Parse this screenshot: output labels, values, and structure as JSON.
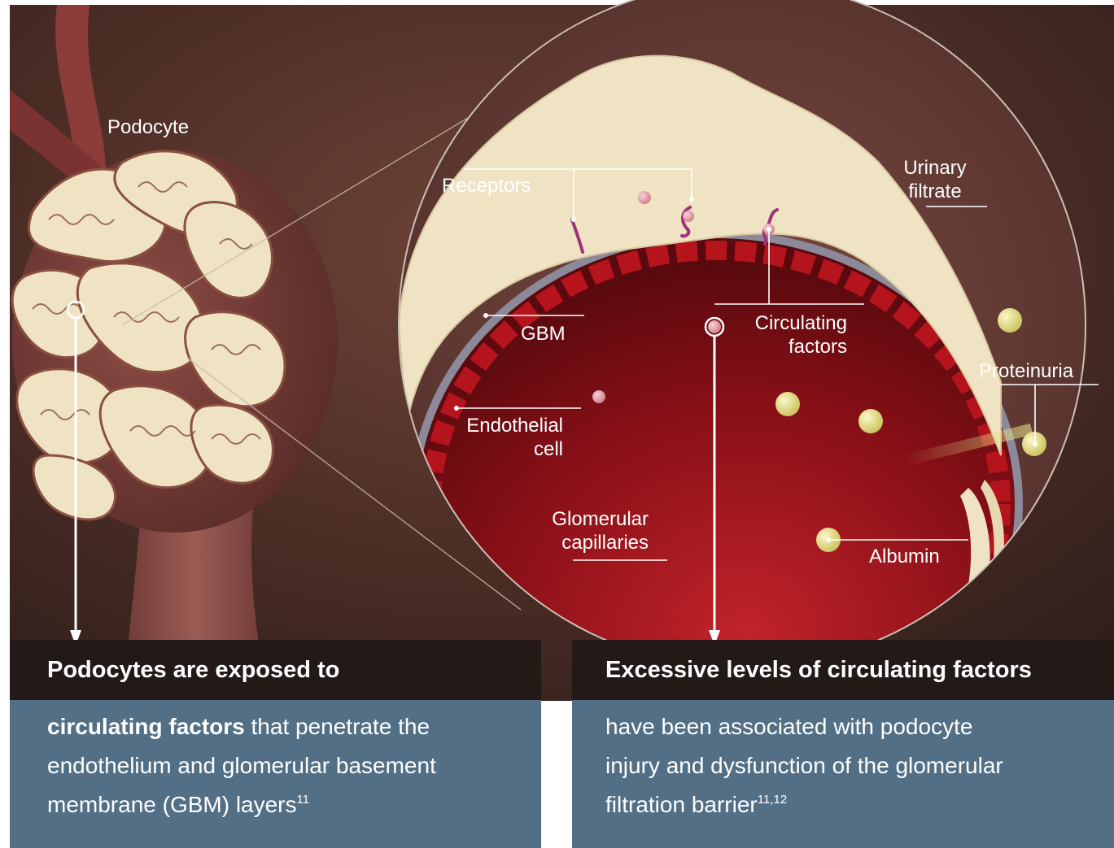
{
  "labels": {
    "podocyte": "Podocyte",
    "receptors": "Receptors",
    "urinary_filtrate_line1": "Urinary",
    "urinary_filtrate_line2": "filtrate",
    "gbm": "GBM",
    "circulating_factors_line1": "Circulating",
    "circulating_factors_line2": "factors",
    "proteinuria": "Proteinuria",
    "endothelial_cell_line1": "Endothelial",
    "endothelial_cell_line2": "cell",
    "glomerular_capillaries_line1": "Glomerular",
    "glomerular_capillaries_line2": "capillaries",
    "albumin": "Albumin"
  },
  "panel_left": {
    "heading": "Podocytes are exposed to",
    "body_bold": "circulating factors",
    "body_text": " that penetrate the endothelium and glomerular basement membrane (GBM) layers",
    "reference": "11"
  },
  "panel_right": {
    "heading": "Excessive levels of circulating factors",
    "body_text": "have been associated with podocyte injury and dysfunction of the glomerular filtration barrier",
    "reference": "11,12"
  },
  "colors": {
    "background_dark": "#3a2621",
    "capillary_red": "#8b1118",
    "podocyte_cream": "#efe3c3",
    "panel_head": "#231a17",
    "panel_body": "#536f86",
    "receptor_magenta": "#a0317a",
    "albumin_yellow": "#e8e18d",
    "factor_pink": "#e7a2ad"
  }
}
